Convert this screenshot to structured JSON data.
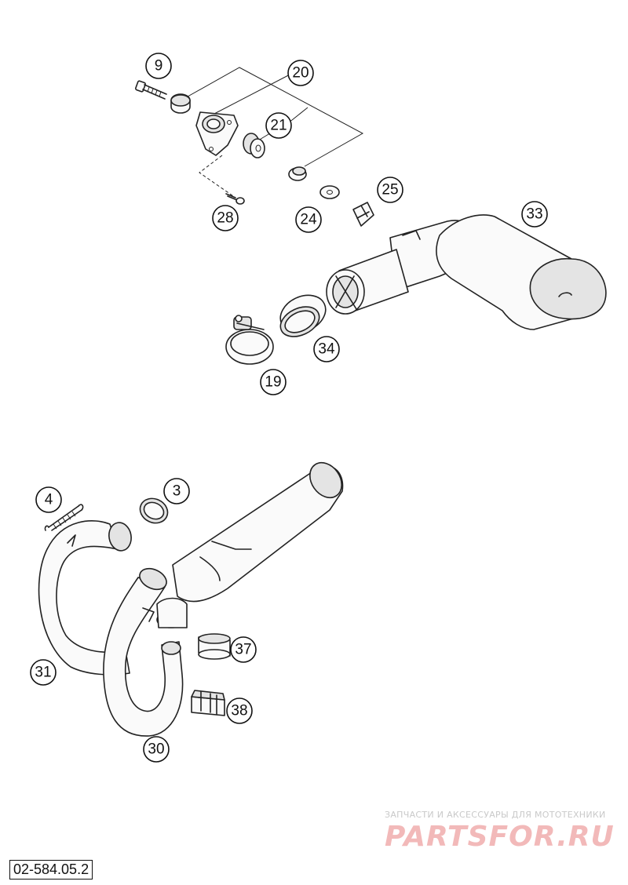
{
  "callouts": [
    {
      "id": "c9",
      "label": "9"
    },
    {
      "id": "c20",
      "label": "20"
    },
    {
      "id": "c21",
      "label": "21"
    },
    {
      "id": "c28",
      "label": "28"
    },
    {
      "id": "c24",
      "label": "24"
    },
    {
      "id": "c25",
      "label": "25"
    },
    {
      "id": "c33",
      "label": "33"
    },
    {
      "id": "c34",
      "label": "34"
    },
    {
      "id": "c19",
      "label": "19"
    },
    {
      "id": "c4",
      "label": "4"
    },
    {
      "id": "c3",
      "label": "3"
    },
    {
      "id": "c37",
      "label": "37"
    },
    {
      "id": "c31",
      "label": "31"
    },
    {
      "id": "c38",
      "label": "38"
    },
    {
      "id": "c30",
      "label": "30"
    }
  ],
  "watermark": {
    "caption": "ЗАПЧАСТИ И АКСЕССУАРЫ ДЛЯ МОТОТЕХНИКИ",
    "logo": "PARTSFOR.RU"
  },
  "drawing_number": "02-584.05.2"
}
